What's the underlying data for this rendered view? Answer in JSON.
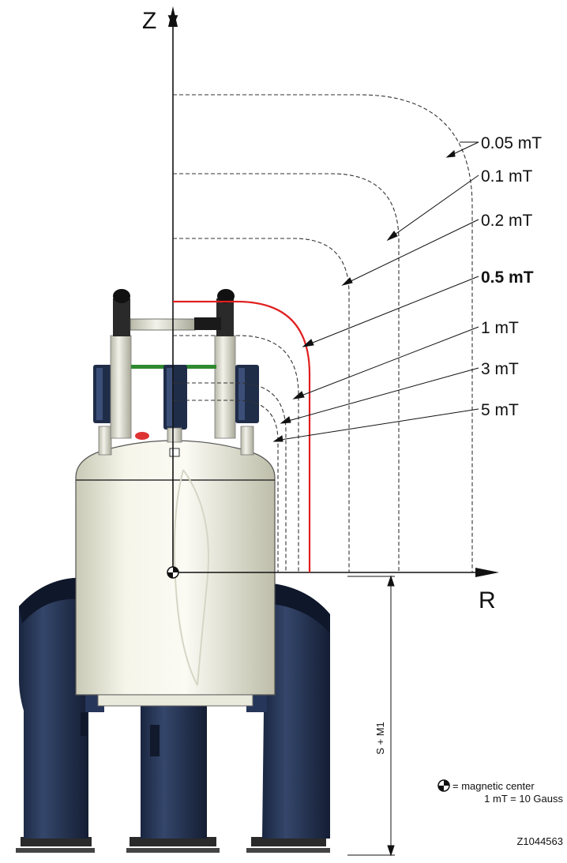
{
  "axes": {
    "z_label": "Z",
    "r_label": "R"
  },
  "field_lines": [
    {
      "label": "0.05 mT",
      "emphasis": false
    },
    {
      "label": "0.1 mT",
      "emphasis": false
    },
    {
      "label": "0.2 mT",
      "emphasis": false
    },
    {
      "label": "0.5 mT",
      "emphasis": true,
      "color": "#e02020"
    },
    {
      "label": "1 mT",
      "emphasis": false
    },
    {
      "label": "3 mT",
      "emphasis": false
    },
    {
      "label": "5 mT",
      "emphasis": false
    }
  ],
  "dimension": {
    "label": "S + M1"
  },
  "legend": {
    "icon": "magnetic-center-icon",
    "text": "= magnetic center",
    "conversion": "1 mT = 10 Gauss"
  },
  "drawing_id": "Z1044563",
  "colors": {
    "cryostat": "#eeeee2",
    "legs": "#1f2d49",
    "highlight": "#e02020",
    "dashed": "#333333"
  }
}
